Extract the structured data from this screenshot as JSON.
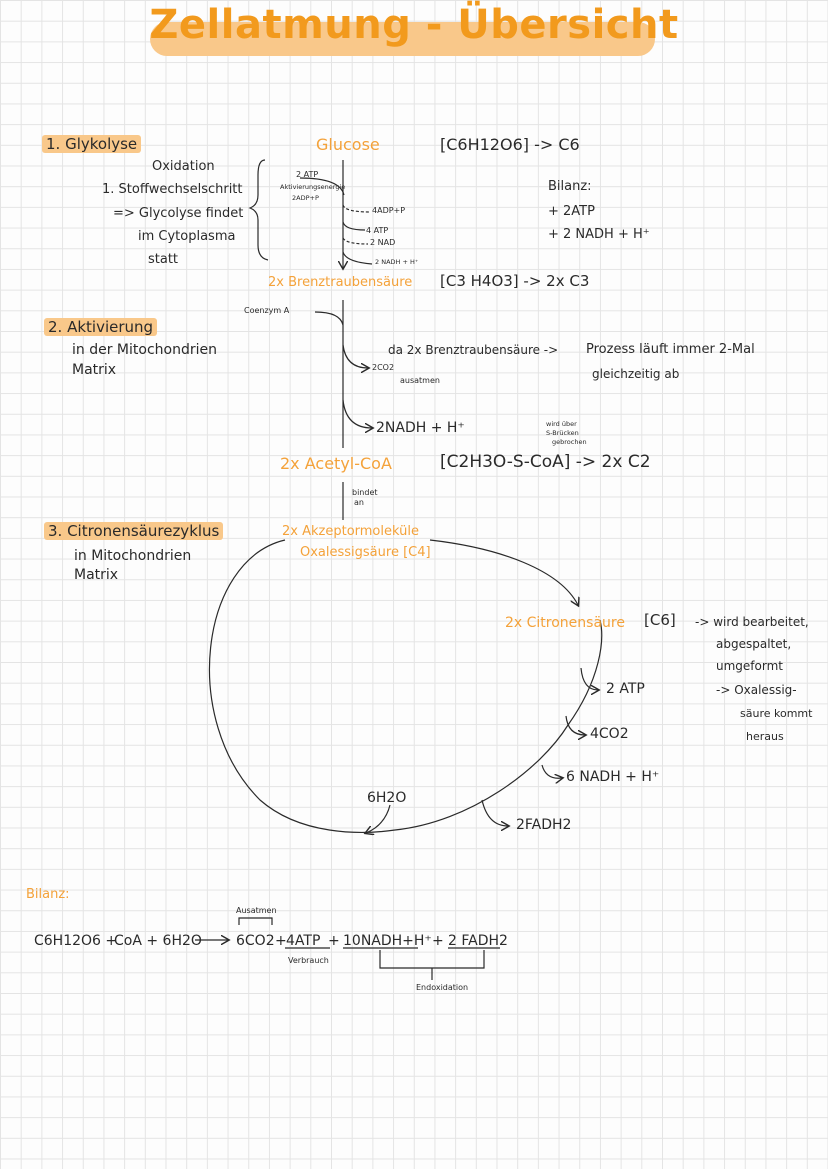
{
  "title": "Zellatmung - Übersicht",
  "sec1": {
    "heading": "1. Glykolyse",
    "notes": [
      "Oxidation",
      "1. Stoffwechselschritt",
      "=> Glycolyse findet",
      "im Cytoplasma",
      "statt"
    ],
    "start": "Glucose",
    "formula": "[C6H12O6] -> C6",
    "input_atp": "2 ATP",
    "activation": "Aktivierungsenergie",
    "input_adp": "2ADP+P",
    "adp": "4ADP+P",
    "atp": "4 ATP",
    "nad": "2 NAD",
    "nadh": "2 NADH + H⁺",
    "bilanz_label": "Bilanz:",
    "bilanz_1": "+ 2ATP",
    "bilanz_2": "+ 2 NADH + H⁺",
    "product": "2x Brenztraubensäure",
    "product_formula": "[C3 H4O3] -> 2x C3"
  },
  "sec2": {
    "heading": "2. Aktivierung",
    "notes": [
      "in der Mitochondrien",
      "Matrix"
    ],
    "coenzym": "Coenzym A",
    "reason": "da 2x Brenztraubensäure ->",
    "co2": "2CO2",
    "exhale": "ausatmen",
    "process_1": "Prozess läuft immer 2-Mal",
    "process_2": "gleichzeitig ab",
    "nadh": "2NADH + H⁺",
    "bridge_1": "wird über",
    "bridge_2": "S-Brücken",
    "bridge_3": "gebrochen",
    "product": "2x Acetyl-CoA",
    "product_formula": "[C2H3O-S-CoA] -> 2x C2",
    "binds": "bindet",
    "binds_2": "an"
  },
  "sec3": {
    "heading": "3. Citronensäurezyklus",
    "notes": [
      "in Mitochondrien",
      "Matrix"
    ],
    "acceptor": "2x Akzeptormoleküle",
    "acceptor_2": "Oxalessigsäure [C4]",
    "citric": "2x Citronensäure",
    "citric_formula": "[C6]",
    "process_notes": [
      "-> wird bearbeitet,",
      "abgespaltet,",
      "umgeformt",
      "-> Oxalessig-",
      "säure kommt",
      "heraus"
    ],
    "atp": "2 ATP",
    "co2": "4CO2",
    "nadh": "6 NADH + H⁺",
    "fadh": "2FADH2",
    "water": "6H2O"
  },
  "summary": {
    "label": "Bilanz:",
    "exhale_label": "Ausatmen",
    "lhs_1": "C6H12O6 +",
    "lhs_2": "CoA + 6H2O",
    "co2": "6CO2",
    "plus_1": "+",
    "atp": "4ATP",
    "plus_2": "+",
    "nadh": "10NADH+H⁺",
    "plus_3": "+",
    "fadh": "2 FADH2",
    "usage_label": "Verbrauch",
    "endox_label": "Endoxidation"
  },
  "colors": {
    "accent": "#f4a23a",
    "highlight": "#f9c88a",
    "ink": "#2a2a2a"
  }
}
